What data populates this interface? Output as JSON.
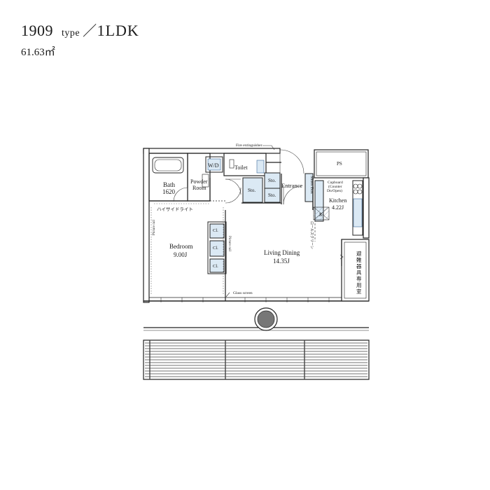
{
  "header": {
    "unit_number": "1909",
    "type_word": "type",
    "slash": "／",
    "layout": "1LDK",
    "area": "61.63㎡"
  },
  "rooms": {
    "fire": "Fire extinguisher",
    "ps": "PS",
    "wd": "W/D",
    "toilet": "Toilet",
    "bath": "Bath",
    "bath_size": "1620",
    "powder1": "Powder",
    "powder2": "Room",
    "sto1": "Sto.",
    "sto2": "Sto.",
    "sto3": "Sto.",
    "entrance": "Entrance",
    "shoes": "Shoes Box",
    "cupboard1": "Cupboard",
    "cupboard2": "(Counter",
    "cupboard3": "Dn/Open)",
    "kitchen": "Kitchen",
    "kitchen_size": "4.22J",
    "highside": "ハイサイドライト",
    "partition": "ロールスクリーン",
    "cl1": "Cl.",
    "cl2": "Cl.",
    "cl3": "Cl.",
    "bedroom": "Bedroom",
    "bedroom_size": "9.00J",
    "living": "Living Dining",
    "living_size": "14.35J",
    "picture_rail1": "Picture rail",
    "picture_rail2": "Picture rail",
    "glass": "Glass screen",
    "storage_vert": "避難器具専用室",
    "k_mark": "K"
  }
}
